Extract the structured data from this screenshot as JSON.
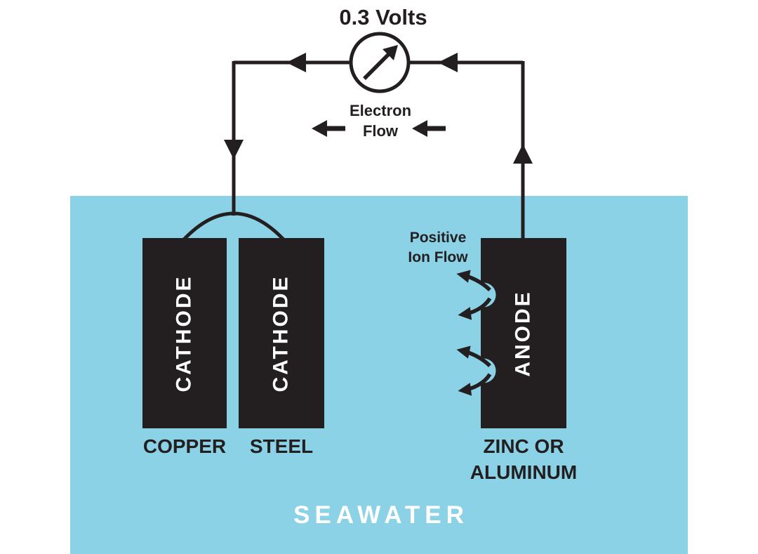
{
  "colors": {
    "seawater": "#8BD2E7",
    "ink": "#231F20",
    "label-white": "#FFFFFF"
  },
  "voltmeter": {
    "reading": "0.3 Volts"
  },
  "electron_flow": {
    "line1": "Electron",
    "line2": "Flow"
  },
  "ion_flow": {
    "line1": "Positive",
    "line2": "Ion Flow"
  },
  "electrodes": {
    "copper": {
      "role": "CATHODE",
      "material": "COPPER"
    },
    "steel": {
      "role": "CATHODE",
      "material": "STEEL"
    },
    "anode": {
      "role": "ANODE",
      "material_line1": "ZINC OR",
      "material_line2": "ALUMINUM"
    }
  },
  "environment": {
    "label": "SEAWATER"
  }
}
